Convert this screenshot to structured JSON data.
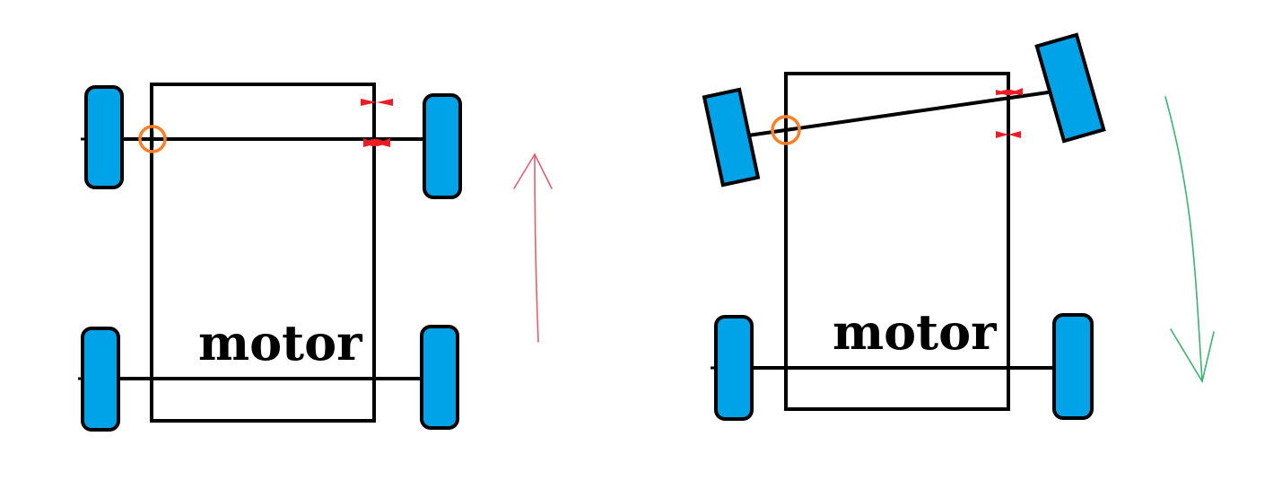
{
  "colors": {
    "background": "#ffffff",
    "frame": "#000000",
    "wheel": "#00a2e8",
    "pivot": "#ff7f27",
    "marker": "#ed1c24",
    "forward_arrow": "#e06070",
    "reverse_arrow": "#3cb371"
  },
  "diagrams": [
    {
      "state": "straight",
      "label": "motor",
      "arrow_direction": "up"
    },
    {
      "state": "steered",
      "label": "motor",
      "arrow_direction": "down"
    }
  ]
}
